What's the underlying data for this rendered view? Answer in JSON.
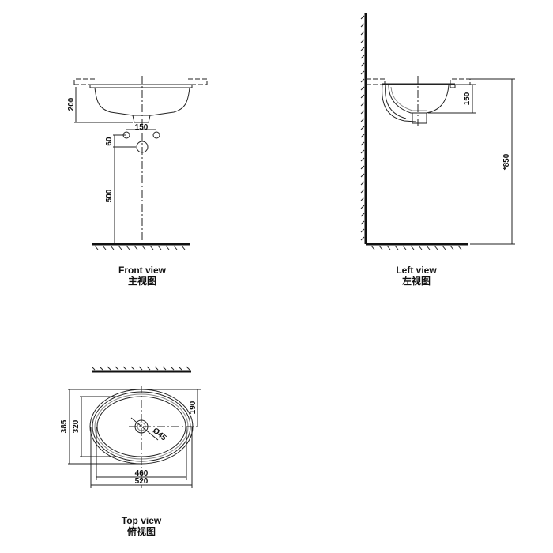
{
  "views": {
    "front": {
      "title_en": "Front view",
      "title_zh": "主视图",
      "dims": {
        "height": "200",
        "faucet_spacing": "150",
        "faucet_offset": "60",
        "drain_height": "500"
      }
    },
    "left": {
      "title_en": "Left view",
      "title_zh": "左视图",
      "dims": {
        "depth": "150",
        "mount_height": "*850"
      }
    },
    "top": {
      "title_en": "Top view",
      "title_zh": "俯视图",
      "dims": {
        "outer_depth": "385",
        "inner_depth": "320",
        "drain_offset": "190",
        "drain_diameter": "Ø45",
        "inner_width": "460",
        "outer_width": "520"
      }
    }
  }
}
